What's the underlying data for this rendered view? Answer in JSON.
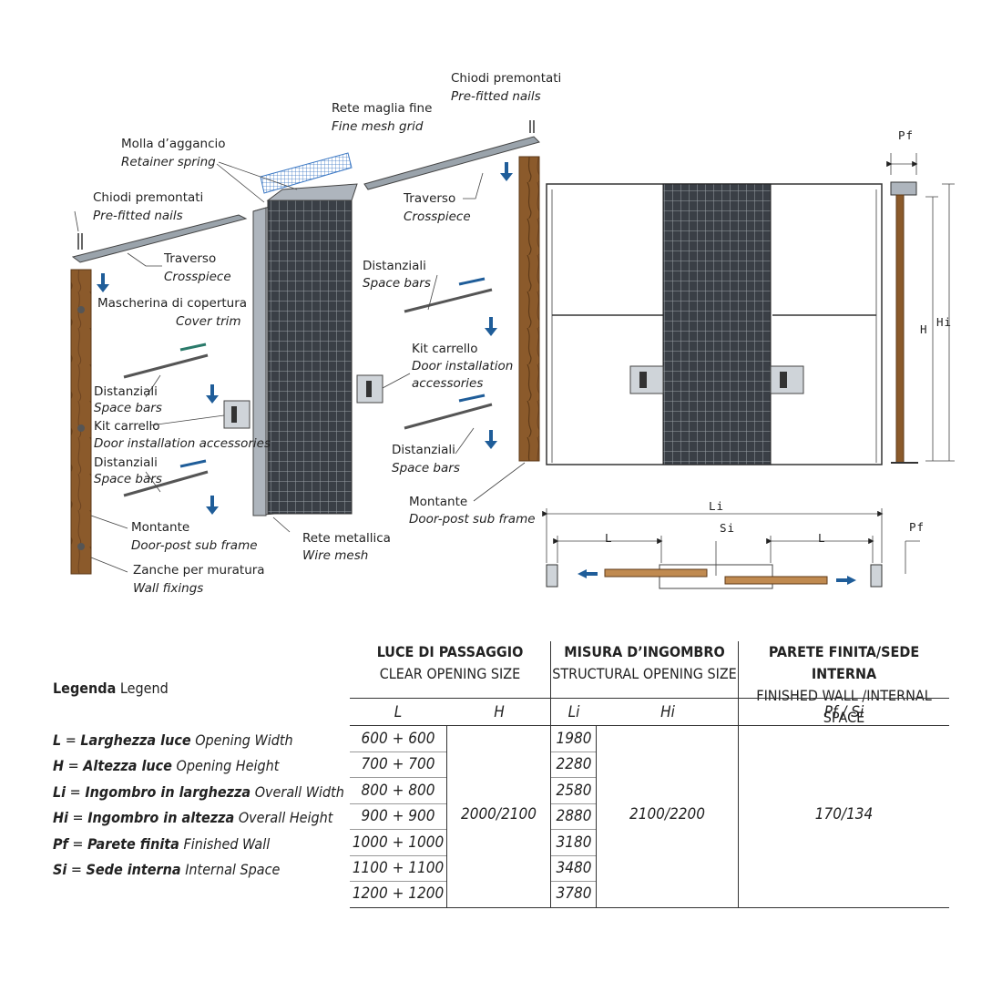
{
  "labels": {
    "chiodi_left_it": "Chiodi premontati",
    "chiodi_left_en": "Pre-fitted nails",
    "molla_it": "Molla d’aggancio",
    "molla_en": "Retainer spring",
    "rete_fine_it": "Rete maglia fine",
    "rete_fine_en": "Fine mesh grid",
    "chiodi_right_it": "Chiodi premontati",
    "chiodi_right_en": "Pre-fitted nails",
    "traverso_left_it": "Traverso",
    "traverso_left_en": "Crosspiece",
    "traverso_right_it": "Traverso",
    "traverso_right_en": "Crosspiece",
    "mascherina_it": "Mascherina di copertura",
    "mascherina_en": "Cover trim",
    "dist_a_it": "Distanziali",
    "dist_a_en": "Space bars",
    "kit_left_it": "Kit carrello",
    "kit_left_en": "Door installation accessories",
    "dist_b_it": "Distanziali",
    "dist_b_en": "Space bars",
    "montante_left_it": "Montante",
    "montante_left_en": "Door-post sub frame",
    "zanche_it": "Zanche per muratura",
    "zanche_en": "Wall fixings",
    "rete_met_it": "Rete metallica",
    "rete_met_en": "Wire mesh",
    "dist_c_it": "Distanziali",
    "dist_c_en": "Space bars",
    "kit_right_it": "Kit carrello",
    "kit_right_en1": "Door installation",
    "kit_right_en2": "accessories",
    "dist_d_it": "Distanziali",
    "dist_d_en": "Space bars",
    "montante_right_it": "Montante",
    "montante_right_en": "Door-post sub frame"
  },
  "dimensions": {
    "pf_top": "Pf",
    "h": "H",
    "hi": "Hi",
    "li": "Li",
    "si": "Si",
    "l_left": "L",
    "l_right": "L",
    "pf_bottom": "Pf"
  },
  "legend": {
    "title_it": "Legenda",
    "title_en": "Legend",
    "items": [
      {
        "sym": "L",
        "it": "Larghezza luce",
        "en": "Opening Width"
      },
      {
        "sym": "H",
        "it": "Altezza luce",
        "en": "Opening Height"
      },
      {
        "sym": "Li",
        "it": "Ingombro in larghezza",
        "en": "Overall Width"
      },
      {
        "sym": "Hi",
        "it": "Ingombro in altezza",
        "en": "Overall Height"
      },
      {
        "sym": "Pf",
        "it": "Parete finita",
        "en": "Finished Wall"
      },
      {
        "sym": "Si",
        "it": "Sede interna",
        "en": "Internal Space"
      }
    ]
  },
  "table": {
    "groups": [
      {
        "it": "LUCE DI PASSAGGIO",
        "en": "CLEAR OPENING SIZE"
      },
      {
        "it": "MISURA D’INGOMBRO",
        "en": "STRUCTURAL OPENING SIZE"
      },
      {
        "it": "PARETE FINITA/SEDE INTERNA",
        "en": "FINISHED WALL /INTERNAL SPACE"
      }
    ],
    "sub_headers": {
      "l": "L",
      "h": "H",
      "li": "Li",
      "hi": "Hi",
      "pfsi": "Pf / Si"
    },
    "l_values": [
      "600 + 600",
      "700 + 700",
      "800 + 800",
      "900 + 900",
      "1000 + 1000",
      "1100 + 1100",
      "1200 + 1200"
    ],
    "h_value": "2000/2100",
    "li_values": [
      "1980",
      "2280",
      "2580",
      "2880",
      "3180",
      "3480",
      "3780"
    ],
    "hi_value": "2100/2200",
    "pfsi_value": "170/134"
  },
  "colors": {
    "wood": "#8b5a2b",
    "wood_dark": "#5e3a18",
    "metal": "#c9ced4",
    "mesh": "#2f343a",
    "arrow": "#1f5d99",
    "fine_mesh": "#3b78c4"
  }
}
